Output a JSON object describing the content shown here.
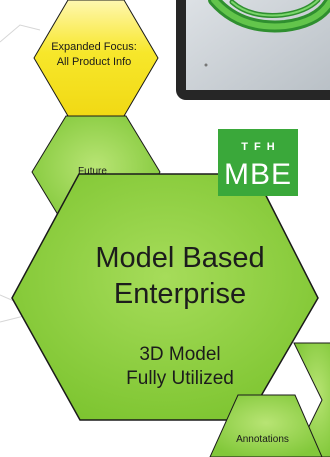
{
  "hexagons": {
    "expanded": {
      "line1": "Expanded Focus:",
      "line2": "All Product Info"
    },
    "future": {
      "label": "Future"
    },
    "main": {
      "title_line1": "Model Based",
      "title_line2": "Enterprise",
      "sub_line1": "3D Model",
      "sub_line2": "Fully Utilized"
    },
    "annotations": {
      "label": "Annotations"
    }
  },
  "badge": {
    "top": "TFH",
    "main": "MBE"
  },
  "colors": {
    "yellow_hex": "#f5e21c",
    "green_hex": "#7fc835",
    "main_hex": "#84cc34",
    "hex_border": "#1a1a1a",
    "badge_green": "#3aa83a",
    "device_frame": "#2b2b2b",
    "model_green": "#3fa63f"
  }
}
